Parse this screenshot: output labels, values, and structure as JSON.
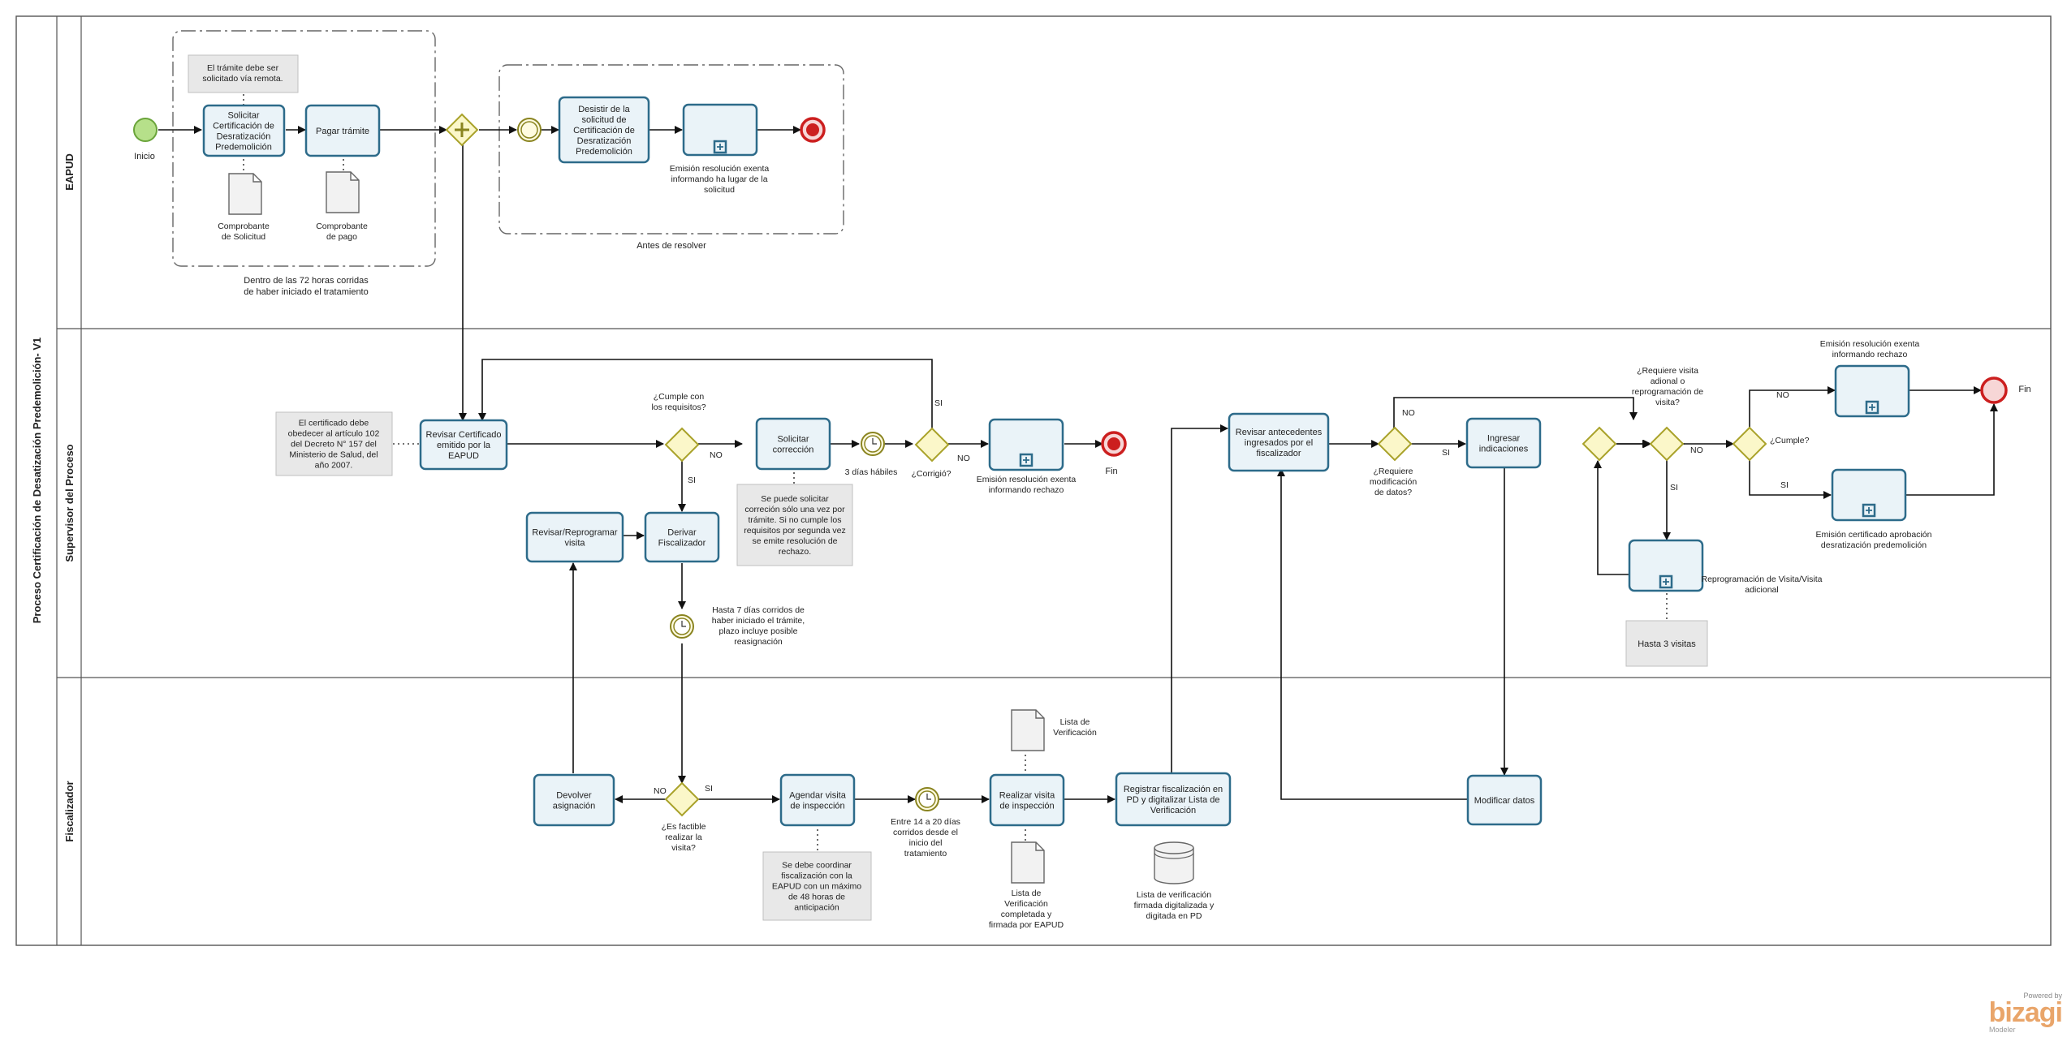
{
  "pool": {
    "title": "Proceso Certificación de Desatización Predemolición- V1"
  },
  "lanes": [
    "EAPUD",
    "Supervisor del Proceso",
    "Fiscalizador"
  ],
  "tasks": {
    "solicitar": [
      "Solicitar",
      "Certificación de",
      "Desratización",
      "Predemolición"
    ],
    "pagar": [
      "Pagar trámite"
    ],
    "desistir": [
      "Desistir de la",
      "solicitud de",
      "Certificación de",
      "Desratización",
      "Predemolición"
    ],
    "emision_lugar": [],
    "revisar_cert": [
      "Revisar Certificado",
      "emitido por la",
      "EAPUD"
    ],
    "solicitar_corr": [
      "Solicitar",
      "corrección"
    ],
    "emision_rechazo1": [],
    "revisar_reprog": [
      "Revisar/Reprogramar",
      "visita"
    ],
    "derivar": [
      "Derivar",
      "Fiscalizador"
    ],
    "devolver": [
      "Devolver",
      "asignación"
    ],
    "agendar": [
      "Agendar visita",
      "de inspección"
    ],
    "realizar": [
      "Realizar visita",
      "de inspección"
    ],
    "registrar": [
      "Registrar fiscalización en",
      "PD y digitalizar Lista de",
      "Verificación"
    ],
    "revisar_ant": [
      "Revisar antecedentes",
      "ingresados por el",
      "fiscalizador"
    ],
    "ingresar": [
      "Ingresar",
      "indicaciones"
    ],
    "modificar": [
      "Modificar datos"
    ],
    "emision_rechazo2": [],
    "emision_cert": [],
    "reprogramacion": []
  },
  "labels": {
    "inicio": "Inicio",
    "fin1": "Fin",
    "fin2": "Fin",
    "group1_caption": [
      "Dentro de las 72 horas corridas",
      "de haber iniciado el tratamiento"
    ],
    "group2_caption": "Antes de resolver",
    "emision_lugar": [
      "Emisión resolución exenta",
      "informando ha lugar de la",
      "solicitud"
    ],
    "emision_rechazo1": [
      "Emisión resolución exenta",
      "informando rechazo"
    ],
    "emision_rechazo2": [
      "Emisión resolución exenta",
      "informando rechazo"
    ],
    "emision_cert": [
      "Emisión certificado aprobación",
      "desratización predemolición"
    ],
    "reprogramacion": [
      "Reprogramación de Visita/Visita",
      "adicional"
    ],
    "cumple_req": [
      "¿Cumple con",
      "los requisitos?"
    ],
    "corrigio": "¿Corrigió?",
    "tres_dias": "3 días hábiles",
    "hasta7": [
      "Hasta 7 días corridos de",
      "haber iniciado el trámite,",
      "plazo incluye posible",
      "reasignación"
    ],
    "factible": [
      "¿Es factible",
      "realizar la",
      "visita?"
    ],
    "entre14": [
      "Entre 14  a 20 días",
      "corridos desde el",
      "inicio del",
      "tratamiento"
    ],
    "req_mod": [
      "¿Requiere",
      "modificación",
      "de datos?"
    ],
    "req_visita": [
      "¿Requiere visita",
      "adional o",
      "reprogramación de",
      "visita?"
    ],
    "cumple2": "¿Cumple?",
    "no": "NO",
    "si": "SI",
    "doc_comp_sol": [
      "Comprobante",
      "de Solicitud"
    ],
    "doc_comp_pago": [
      "Comprobante",
      "de pago"
    ],
    "doc_lista": [
      "Lista de",
      "Verificación"
    ],
    "doc_lista_comp": [
      "Lista de",
      "Verificación",
      "completada y",
      "firmada por EAPUD"
    ],
    "datastore": [
      "Lista de verificación",
      "firmada digitalizada y",
      "digitada en PD"
    ]
  },
  "notes": {
    "remota": [
      "El trámite debe ser",
      "solicitado vía remota."
    ],
    "certificado": [
      "El certificado debe",
      "obedecer al artículo 102",
      "del Decreto N° 157 del",
      "Ministerio de Salud, del",
      "año 2007."
    ],
    "correccion": [
      "Se puede solicitar",
      "correción sólo una vez por",
      "trámite. Si no cumple los",
      "requisitos por segunda vez",
      "se emite resolución de",
      "rechazo."
    ],
    "coordinar": [
      "Se debe coordinar",
      "fiscalización con la",
      "EAPUD con un máximo",
      "de 48 horas de",
      "anticipación"
    ],
    "tres_visitas": [
      "Hasta 3 visitas"
    ]
  },
  "branding": {
    "powered": "Powered by",
    "brand": "bizagi",
    "modeler": "Modeler"
  },
  "colors": {
    "task_stroke": "#2d6b8a",
    "task_fill": "#eaf3f8",
    "gateway_fill": "#fbf7c9",
    "start": "#b6e08a",
    "end": "#cc1f1f",
    "brand": "#e9a56a"
  }
}
